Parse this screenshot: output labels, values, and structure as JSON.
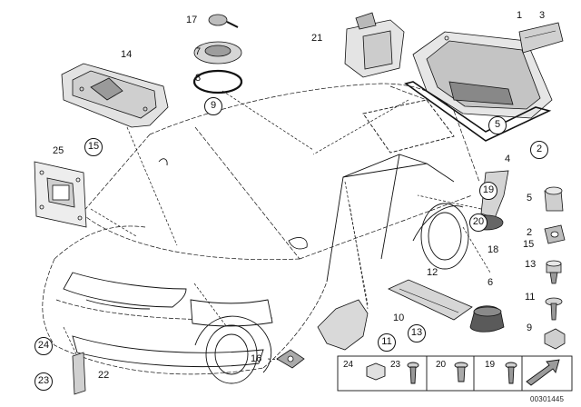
{
  "labels": {
    "p1": "1",
    "p2": "2",
    "p3": "3",
    "p4": "4",
    "p5": "5",
    "p6": "6",
    "p7": "7",
    "p8": "8",
    "p9": "9",
    "p10": "10",
    "p11": "11",
    "p12": "12",
    "p13": "13",
    "p14": "14",
    "p15": "15",
    "p16": "16",
    "p17": "17",
    "p18": "18",
    "p19": "19",
    "p20": "20",
    "p21": "21",
    "p22": "22",
    "p23": "23",
    "p24": "24",
    "p25": "25",
    "r5": "5",
    "r2": "2",
    "r15": "15",
    "r13": "13",
    "r11": "11",
    "r9": "9"
  },
  "callouts": {
    "c2": "2",
    "c5": "5",
    "c9": "9",
    "c11": "11",
    "c13": "13",
    "c15": "15",
    "c19": "19",
    "c20": "20",
    "c23": "23",
    "c24": "24"
  },
  "legend_table": {
    "n24": "24",
    "n23": "23",
    "n20": "20",
    "n19": "19"
  },
  "doc_id": "00301445",
  "colors": {
    "line": "#111111",
    "fill": "#ffffff",
    "part_shade": "#d8d8d8",
    "dark": "#6b6b6b"
  },
  "icons": [
    "car-outline",
    "expansion-tank",
    "engine-undershield",
    "sound-insulation-panel",
    "mounting-plate",
    "rubber-buffer",
    "cover-plate",
    "bracket",
    "grommet",
    "nut",
    "screw",
    "clip",
    "arrow-icon"
  ]
}
